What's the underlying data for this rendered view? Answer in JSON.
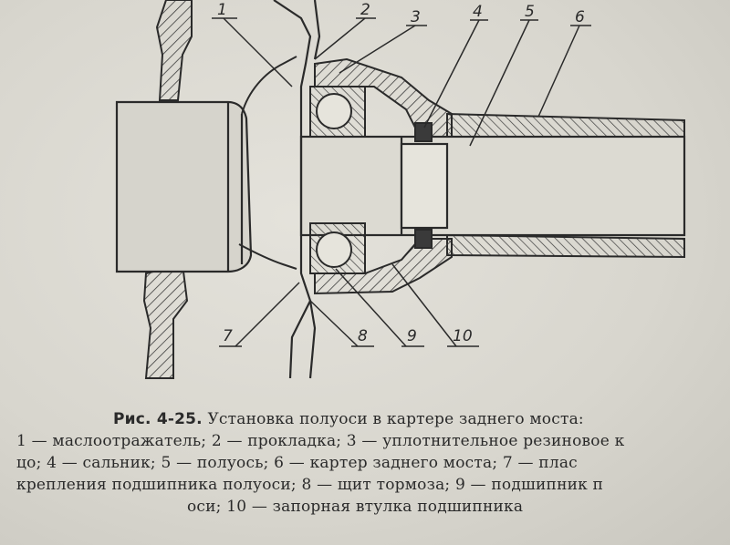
{
  "figure": {
    "callouts": [
      "1",
      "2",
      "3",
      "4",
      "5",
      "6",
      "7",
      "8",
      "9",
      "10"
    ]
  },
  "caption": {
    "fig_label": "Рис. 4-25.",
    "title": "Установка полуоси в картере заднего моста:",
    "lines": [
      "1 — маслоотражатель; 2 — прокладка; 3 — уплотнительное резиновое к",
      "цо; 4 — сальник;   5 — полуось; 6 — картер заднего моста;   7 — плас",
      "крепления подшипника полуоси; 8 — щит тормоза; 9 — подшипник п",
      "оси; 10 — запорная втулка подшипника"
    ]
  }
}
